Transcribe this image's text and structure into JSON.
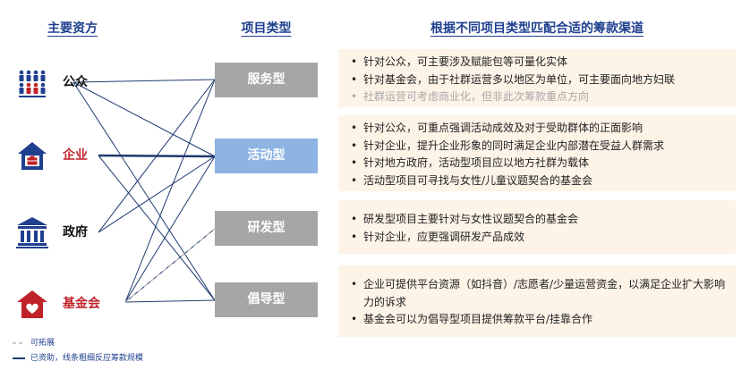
{
  "headers": {
    "sources": "主要资方",
    "types": "项目类型",
    "channels": "根据不同项目类型匹配合适的筹款渠道"
  },
  "sources": [
    {
      "label": "公众",
      "icon": "people-group-icon"
    },
    {
      "label": "企业",
      "icon": "company-building-icon"
    },
    {
      "label": "政府",
      "icon": "government-building-icon"
    },
    {
      "label": "基金会",
      "icon": "foundation-heart-house-icon"
    }
  ],
  "types": [
    {
      "label": "服务型"
    },
    {
      "label": "活动型"
    },
    {
      "label": "研发型"
    },
    {
      "label": "倡导型"
    }
  ],
  "panels": [
    {
      "items": [
        {
          "text": "针对公众，可主要涉及赋能包等可量化实体",
          "muted": false
        },
        {
          "text": "针对基金会，由于社群运营多以地区为单位，可主要面向地方妇联",
          "muted": false
        },
        {
          "text": "社群运营可考虑商业化，但非此次筹款重点方向",
          "muted": true
        }
      ]
    },
    {
      "items": [
        {
          "text": "针对公众，可重点强调活动成效及对于受助群体的正面影响",
          "muted": false
        },
        {
          "text": "针对企业，提升企业形象的同时满足企业内部潜在受益人群需求",
          "muted": false
        },
        {
          "text": "针对地方政府，活动型项目应以地方社群为载体",
          "muted": false
        },
        {
          "text": "活动型项目可寻找与女性/儿童议题契合的基金会",
          "muted": false
        }
      ]
    },
    {
      "items": [
        {
          "text": "研发型项目主要针对与女性议题契合的基金会",
          "muted": false
        },
        {
          "text": "针对企业，应更强调研发产品成效",
          "muted": false
        }
      ]
    },
    {
      "items": [
        {
          "text": "企业可提供平台资源（如抖音）/志愿者/少量运营资金，以满足企业扩大影响力的诉求",
          "muted": false
        },
        {
          "text": "基金会可以为倡导型项目提供筹款平台/挂靠合作",
          "muted": false
        }
      ]
    }
  ],
  "legend": {
    "dashed": "可拓展",
    "solid": "已资助，线条粗细反应筹款规模"
  },
  "colors": {
    "navy": "#1f3f8f",
    "red": "#c0222a",
    "gray_box": "#a6a6a6",
    "blue_box": "#8db4e2",
    "panel_bg": "#fdf3e7",
    "line": "#1f3a6e"
  }
}
